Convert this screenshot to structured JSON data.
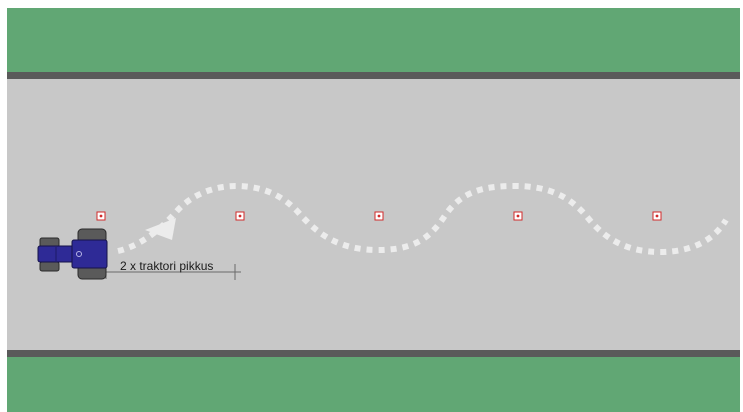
{
  "colors": {
    "grass": "#61a774",
    "road": "#c8c8c8",
    "road_edge": "#5a5a5a",
    "path_marks": "#ececec",
    "cone_marker": "#d22a2a",
    "tractor_body": "#2e2a96",
    "tractor_tire": "#5a5a5a",
    "measure_line": "#6a6a6a"
  },
  "markers": {
    "count": 5,
    "icon": "red-square-cone-marker-icon"
  },
  "tractor": {
    "icon": "tractor-top-view-icon"
  },
  "measurement": {
    "label": "2 x traktori pikkus"
  },
  "path": {
    "style": "dotted-serpentine",
    "direction": "right-to-left",
    "arrow_icon": "arrowhead-icon"
  }
}
